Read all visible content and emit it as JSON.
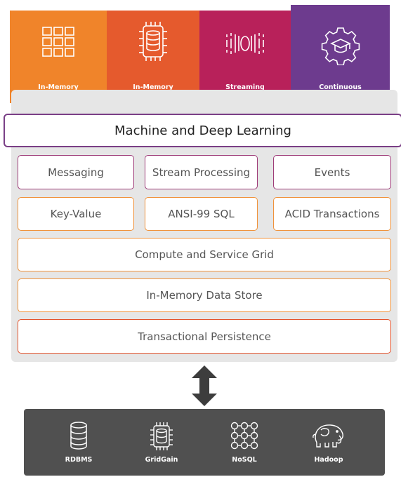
{
  "tiles": [
    {
      "label": "In-Memory\nData Grid",
      "color": "#f0842a",
      "icon": "grid-icon"
    },
    {
      "label": "In-Memory\nDatabase",
      "color": "#e55a2d",
      "icon": "database-chip-icon"
    },
    {
      "label": "Streaming\nAnalytics",
      "color": "#b8215a",
      "icon": "stream-icon"
    },
    {
      "label": "Continuous\nLearning Framework",
      "color": "#6d3b8e",
      "icon": "gear-graduation-cap-icon"
    }
  ],
  "layers": {
    "machine_learning": "Machine and Deep Learning",
    "row1": [
      "Messaging",
      "Stream Processing",
      "Events"
    ],
    "row2": [
      "Key-Value",
      "ANSI-99 SQL",
      "ACID Transactions"
    ],
    "compute": "Compute and Service Grid",
    "data_store": "In-Memory Data Store",
    "persistence": "Transactional Persistence"
  },
  "storage": [
    {
      "label": "RDBMS",
      "icon": "rdbms-icon"
    },
    {
      "label": "GridGain",
      "icon": "gridgain-chip-icon"
    },
    {
      "label": "NoSQL",
      "icon": "nosql-icon"
    },
    {
      "label": "Hadoop",
      "icon": "hadoop-elephant-icon"
    }
  ],
  "colors": {
    "accent_purple": "#7a3f86",
    "border_magenta": "#9e3b78",
    "border_orange": "#f0923a",
    "border_red": "#e4532c",
    "storage_bg": "#505050",
    "arrow": "#3d3d3d"
  }
}
